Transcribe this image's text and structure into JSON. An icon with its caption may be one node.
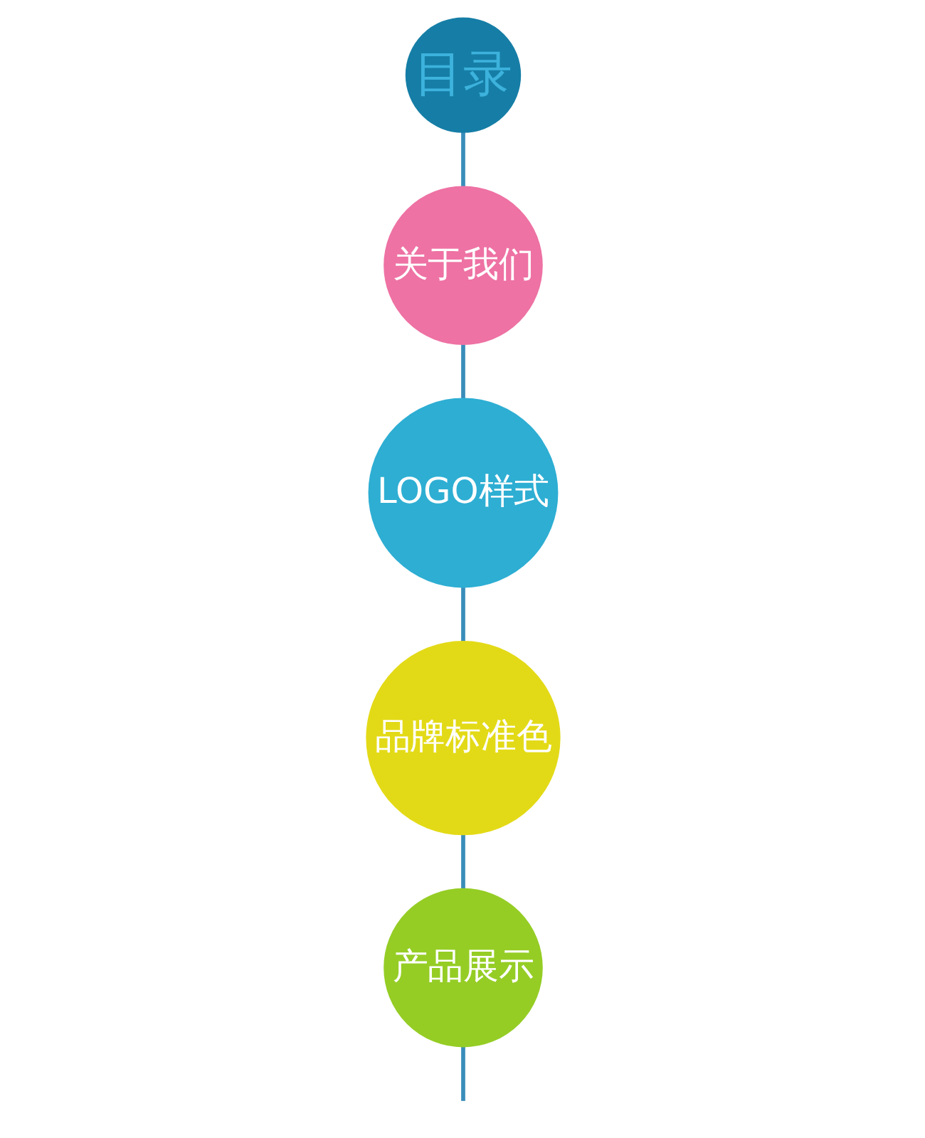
{
  "diagram": {
    "nodes": [
      {
        "text": [
          "目录"
        ]
      },
      {
        "text": [
          "关于我们"
        ]
      },
      {
        "text": [
          "LOGO样式"
        ]
      },
      {
        "text": [
          "品牌标准色"
        ]
      },
      {
        "text": [
          "产品展示"
        ]
      }
    ],
    "edges": [
      {
        "from": 0,
        "to": 1,
        "arrow": "none"
      },
      {
        "from": 1,
        "to": 2,
        "arrow": "none"
      },
      {
        "from": 2,
        "to": 3,
        "arrow": "none"
      },
      {
        "from": 3,
        "to": 4,
        "arrow": "none"
      },
      {
        "from": 4,
        "to": null,
        "arrow": "none"
      }
    ]
  }
}
